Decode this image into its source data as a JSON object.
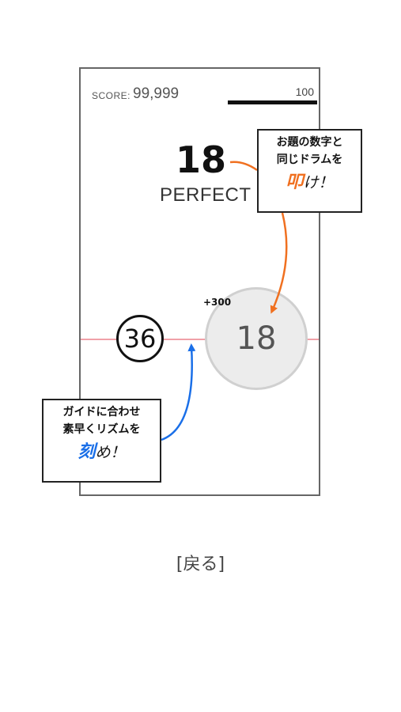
{
  "game": {
    "score_label": "SCORE:",
    "score_value": "99,999",
    "combo_count": "100",
    "progress_fraction": 1.0,
    "target_number": "18",
    "judgement": "PERFECT",
    "plus_score": "+300",
    "current_drum_number": "18",
    "next_drum_number": "36"
  },
  "callouts": {
    "top": {
      "line1": "お題の数字と",
      "line2": "同じドラムを",
      "highlight": "叩",
      "tail": "け！"
    },
    "bottom": {
      "line1": "ガイドに合わせ",
      "line2": "素早くリズムを",
      "highlight": "刻",
      "tail": "め！"
    }
  },
  "back_button_label": "[戻る]",
  "colors": {
    "accent_orange": "#f07020",
    "accent_blue": "#1a6fe8",
    "guide_line": "#f0a0a8",
    "frame": "#666666"
  }
}
